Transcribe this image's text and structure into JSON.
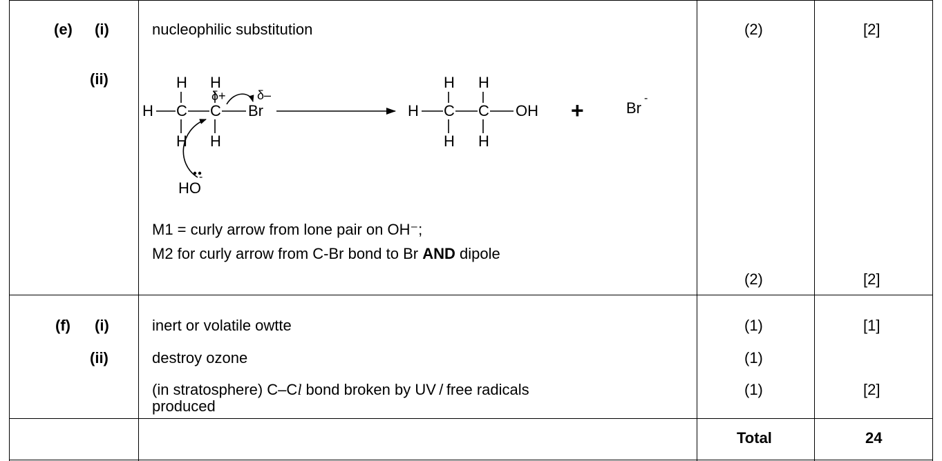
{
  "rows": {
    "e": {
      "part": "(e)",
      "sub_i": "(i)",
      "sub_ii": "(ii)",
      "answer_i": "nucleophilic substitution",
      "mark_i": "(2)",
      "total_i": "[2]",
      "mark_ii": "(2)",
      "total_ii": "[2]",
      "m1_text": "M1 = curly arrow from lone pair on OH⁻;",
      "m2_prefix": "M2 for curly arrow from C-Br bond to Br ",
      "m2_bold": "AND",
      "m2_suffix": " dipole"
    },
    "f": {
      "part": "(f)",
      "sub_i": "(i)",
      "sub_ii": "(ii)",
      "answer_i": "inert or volatile owtte",
      "mark_i": "(1)",
      "total_i": "[1]",
      "answer_ii_1": "destroy ozone",
      "mark_ii_1": "(1)",
      "answer_ii_2_prefix": "(in stratosphere) C–C",
      "answer_ii_2_italic": "l",
      "answer_ii_2_suffix": " bond broken by UV / free radicals",
      "answer_ii_2_line2": "produced",
      "mark_ii_2": "(1)",
      "total_ii": "[2]"
    },
    "total": {
      "label": "Total",
      "value": "24"
    }
  },
  "mechanism": {
    "h": "H",
    "c": "C",
    "br": "Br",
    "oh": "OH",
    "ho": "HO",
    "plus": "+",
    "minus": "-",
    "delta_plus": "δ+",
    "delta_minus": "δ–"
  }
}
